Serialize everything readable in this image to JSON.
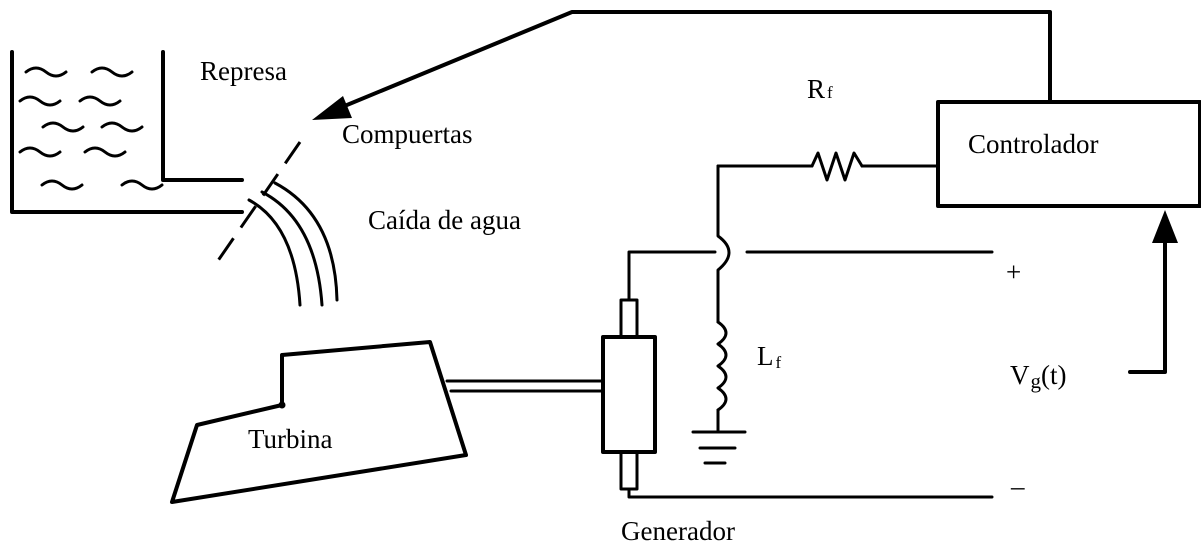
{
  "labels": {
    "reservoir": "Represa",
    "gates": "Compuertas",
    "waterfall": "Caída de agua",
    "turbine": "Turbina",
    "generator": "Generador",
    "controller": "Controlador",
    "field_resistor": "R",
    "field_resistor_sub": "f",
    "field_inductor": "L",
    "field_inductor_sub": "f",
    "plus": "+",
    "minus": "–",
    "voltage_main": "V",
    "voltage_sub": "g",
    "voltage_arg": "(t)"
  }
}
